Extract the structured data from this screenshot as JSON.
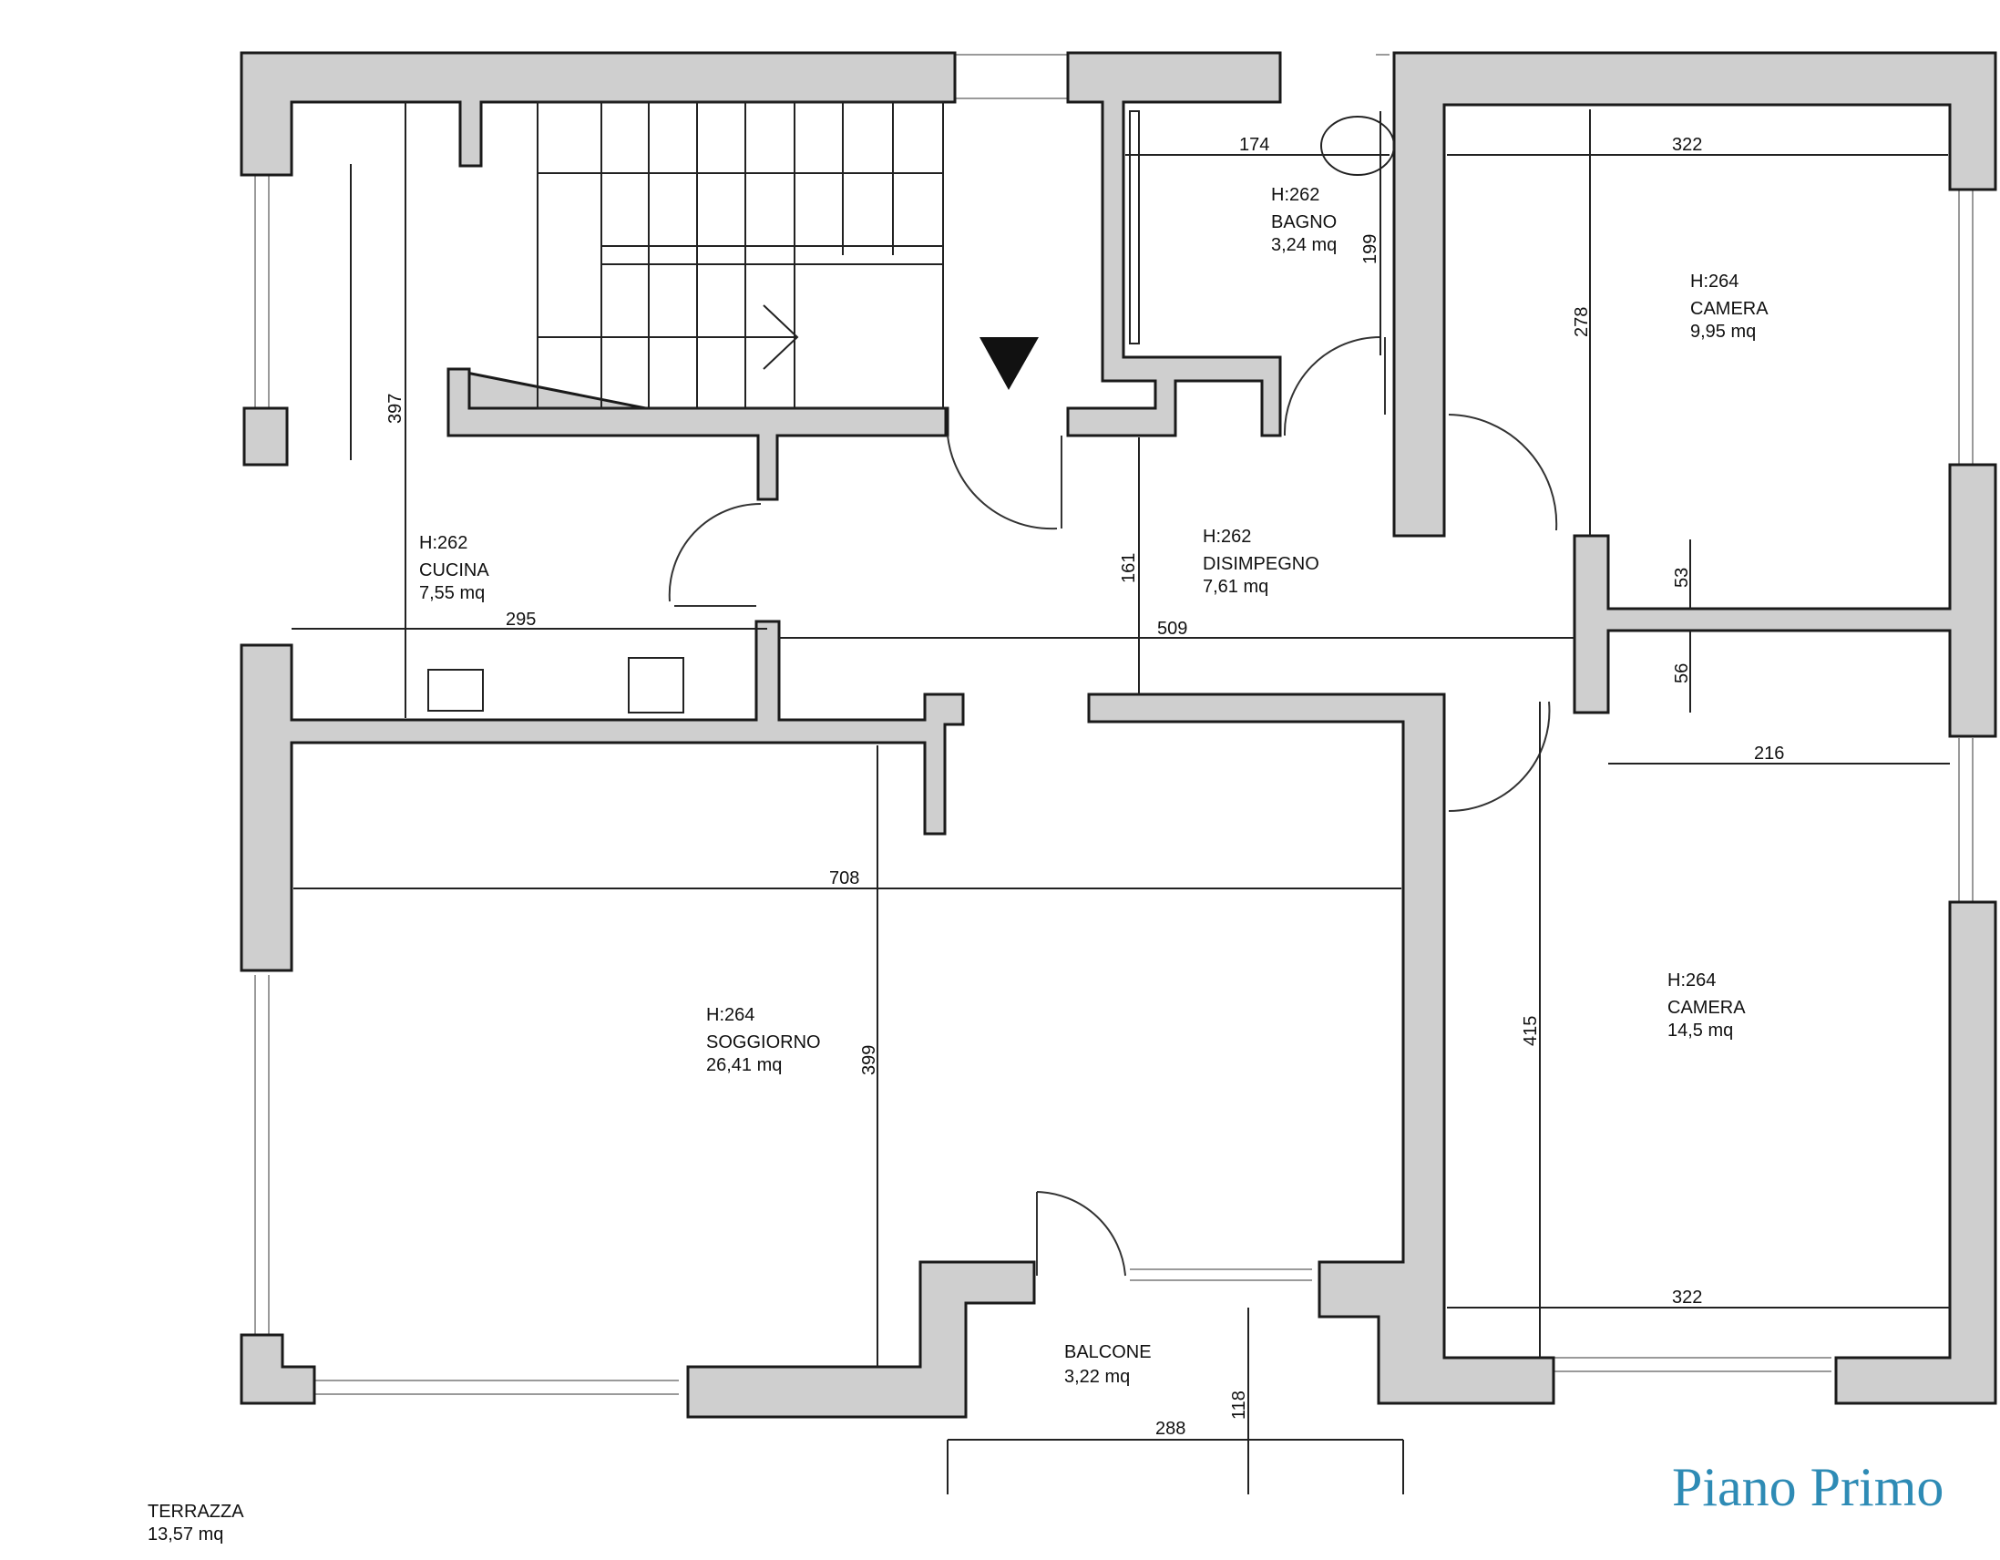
{
  "rooms": {
    "bagno": {
      "height": "H:262",
      "name": "BAGNO",
      "area": "3,24 mq"
    },
    "camera1": {
      "height": "H:264",
      "name": "CAMERA",
      "area": "9,95 mq"
    },
    "cucina": {
      "height": "H:262",
      "name": "CUCINA",
      "area": "7,55 mq"
    },
    "disimpegno": {
      "height": "H:262",
      "name": "DISIMPEGNO",
      "area": "7,61 mq"
    },
    "soggiorno": {
      "height": "H:264",
      "name": "SOGGIORNO",
      "area": "26,41 mq"
    },
    "camera2": {
      "height": "H:264",
      "name": "CAMERA",
      "area": "14,5 mq"
    },
    "balcone": {
      "name": "BALCONE",
      "area": "3,22 mq"
    },
    "terrazza": {
      "name": "TERRAZZA",
      "area": "13,57 mq"
    }
  },
  "dimensions": {
    "bagno_width": "174",
    "bagno_depth": "199",
    "camera1_width": "322",
    "camera1_depth": "278",
    "cucina_depth": "397",
    "cucina_width": "295",
    "disimpegno_depth": "161",
    "disimpegno_width": "509",
    "closet_upper": "53",
    "closet_lower": "56",
    "closet_width": "216",
    "soggiorno_width": "708",
    "soggiorno_depth": "399",
    "camera2_depth": "415",
    "camera2_width": "322",
    "balcone_depth": "118",
    "balcone_width": "288"
  },
  "floor_title": "Piano Primo",
  "colors": {
    "wall_fill": "#cfcfcf",
    "title": "#2e8bb5"
  }
}
